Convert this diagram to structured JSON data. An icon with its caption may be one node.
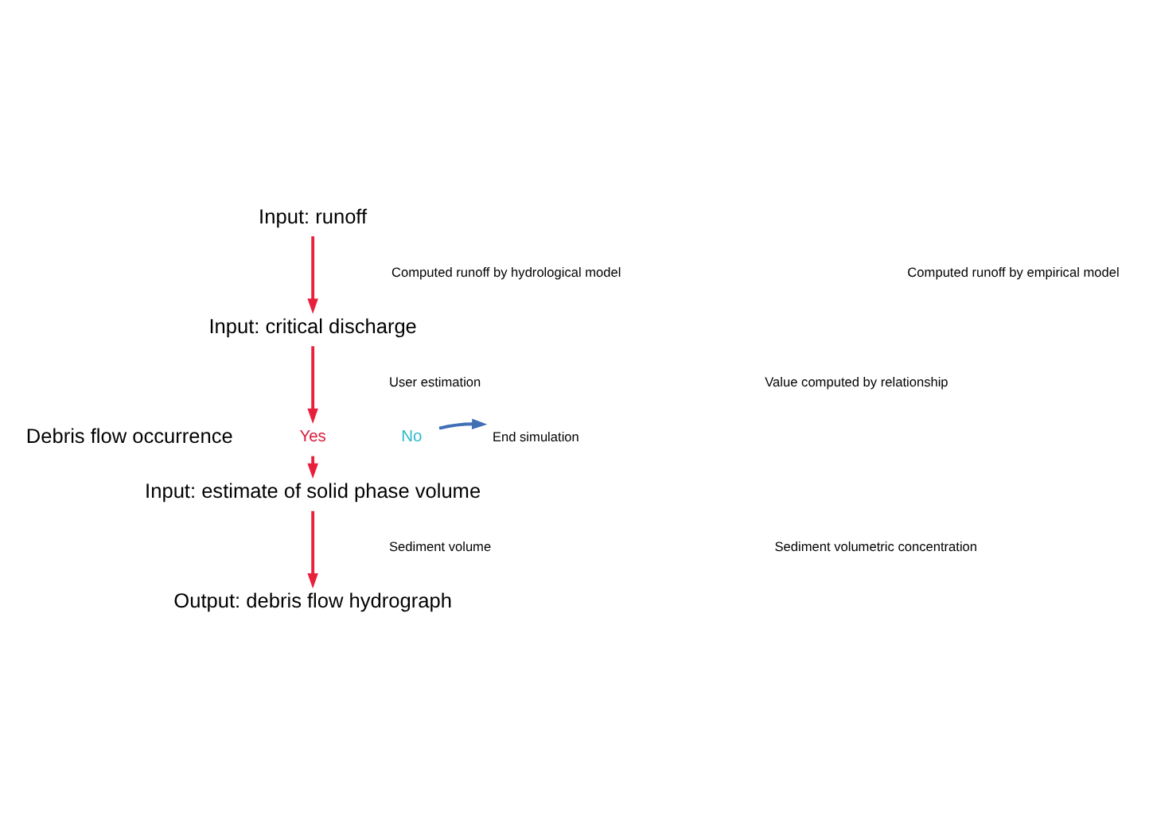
{
  "diagram": {
    "nodes": [
      {
        "text": [
          "Input: runoff"
        ]
      },
      {
        "text": [
          "Input: critical discharge"
        ]
      },
      {
        "text": [
          "Debris flow occurrence"
        ]
      },
      {
        "text": [
          "Yes"
        ]
      },
      {
        "text": [
          "No"
        ]
      },
      {
        "text": [
          "End simulation"
        ]
      },
      {
        "text": [
          "Input: estimate of solid phase volume"
        ]
      },
      {
        "text": [
          "Output: debris flow hydrograph"
        ]
      }
    ],
    "edges": [
      {
        "from": 0,
        "to": 1,
        "arrow": "to"
      },
      {
        "from": 1,
        "to": 3,
        "arrow": "to"
      },
      {
        "from": 3,
        "to": 6,
        "arrow": "to"
      },
      {
        "from": 4,
        "to": 5,
        "arrow": "to",
        "color": "#3f6fb5"
      },
      {
        "from": 6,
        "to": 7,
        "arrow": "to"
      }
    ],
    "labels": [
      "Computed runoff by hydrological model",
      "Computed runoff by empirical model",
      "User estimation",
      "Value computed by relationship",
      "Sediment volume",
      "Sediment volumetric concentration"
    ]
  }
}
